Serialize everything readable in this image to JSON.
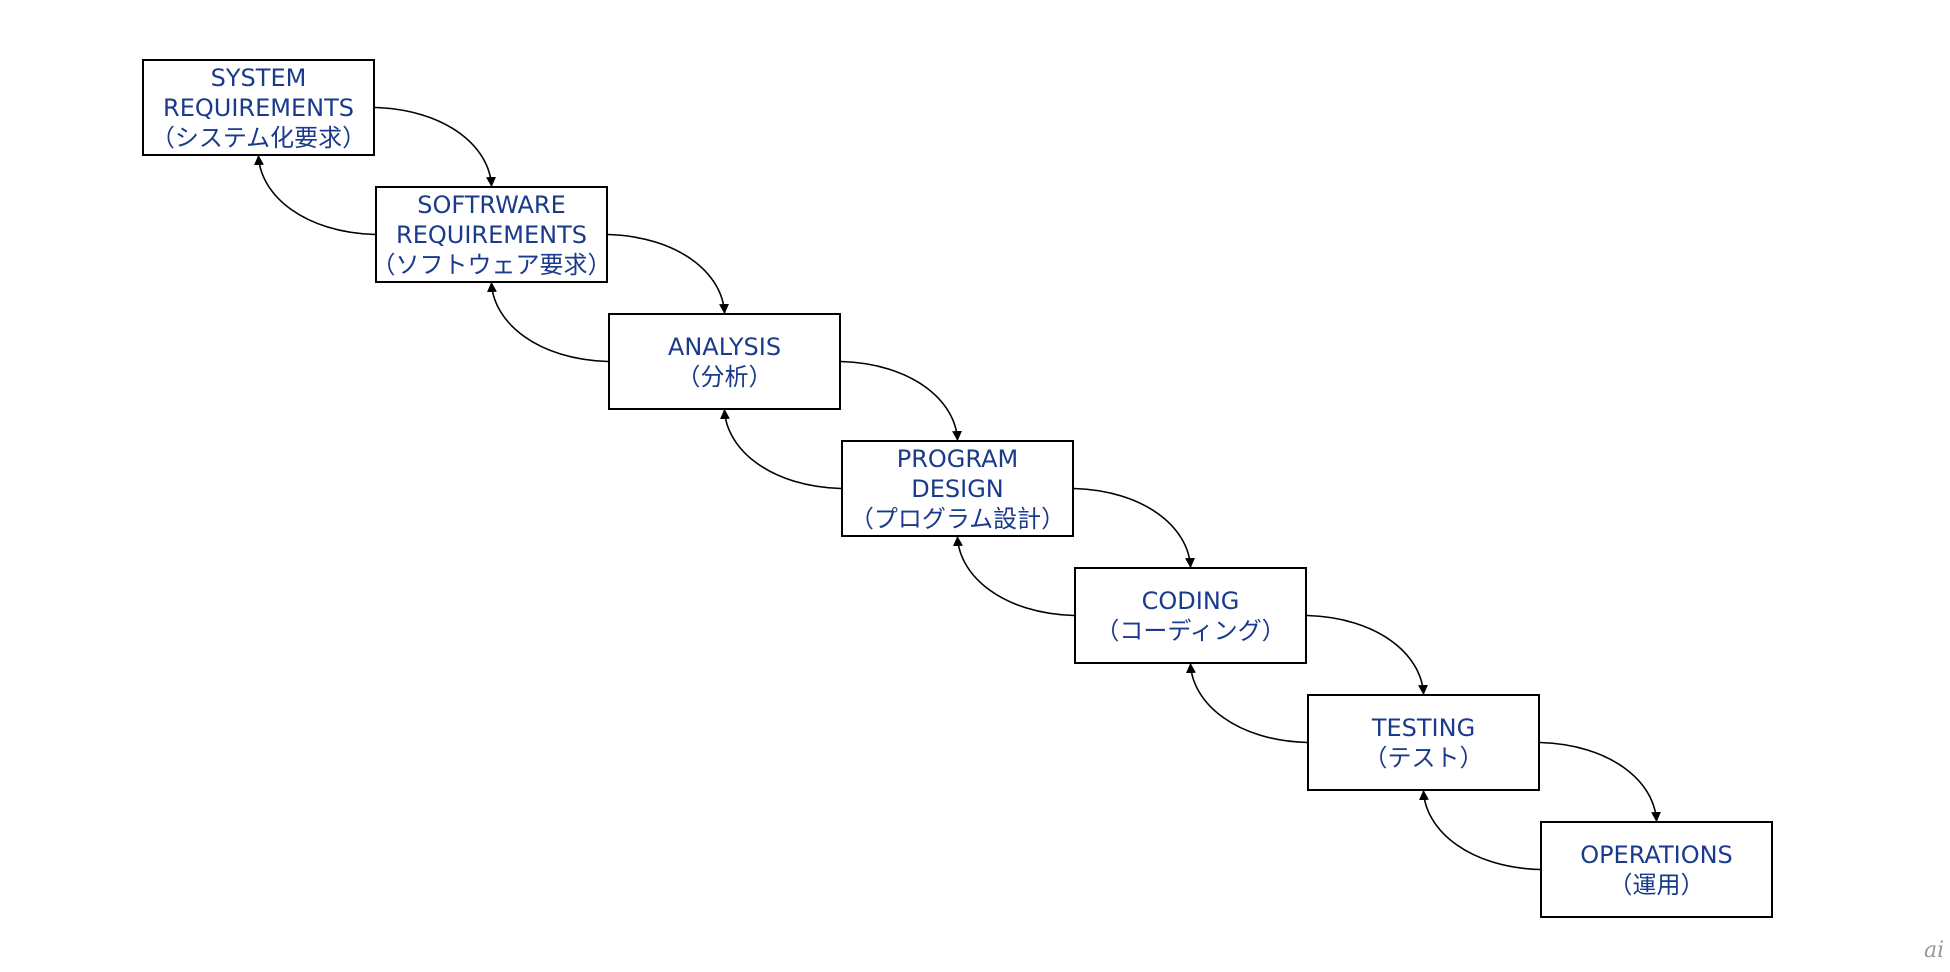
{
  "colors": {
    "text": "#1a3a8c",
    "border": "#000000",
    "arrow": "#000000",
    "background": "#ffffff"
  },
  "stages": [
    {
      "id": "system-requirements",
      "lines": [
        "SYSTEM",
        "REQUIREMENTS",
        "（システム化要求）"
      ]
    },
    {
      "id": "software-requirements",
      "lines": [
        "SOFTRWARE",
        "REQUIREMENTS",
        "（ソフトウェア要求）"
      ]
    },
    {
      "id": "analysis",
      "lines": [
        "ANALYSIS",
        "（分析）"
      ]
    },
    {
      "id": "program-design",
      "lines": [
        "PROGRAM",
        "DESIGN",
        "（プログラム設計）"
      ]
    },
    {
      "id": "coding",
      "lines": [
        "CODING",
        "（コーディング）"
      ]
    },
    {
      "id": "testing",
      "lines": [
        "TESTING",
        "（テスト）"
      ]
    },
    {
      "id": "operations",
      "lines": [
        "OPERATIONS",
        "（運用）"
      ]
    }
  ],
  "flow": {
    "forward": "each stage → next stage",
    "feedback": "each stage → previous stage"
  },
  "watermark": "ai"
}
